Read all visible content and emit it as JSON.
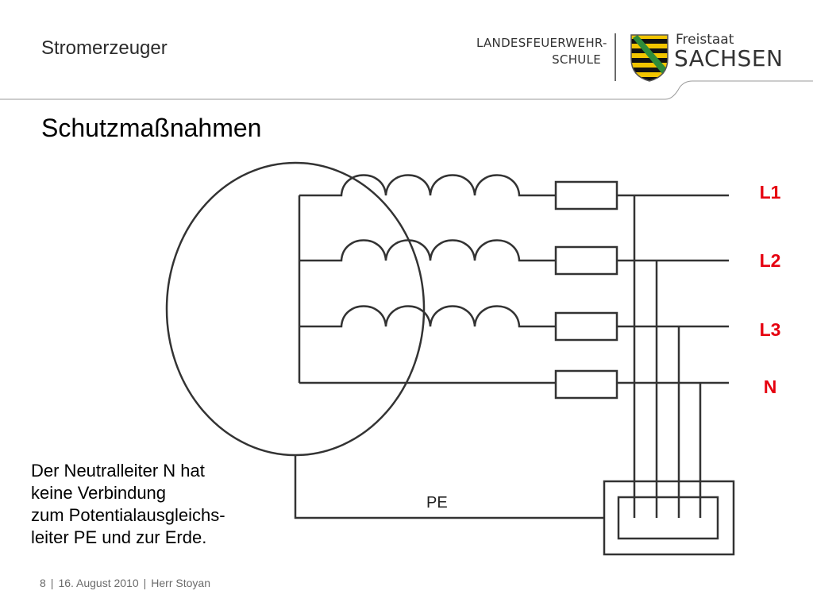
{
  "header": {
    "title": "Stromerzeuger",
    "logo_left_line1": "LANDESFEUERWEHR-",
    "logo_left_line2": "SCHULE",
    "logo_right_line1": "Freistaat",
    "logo_right_line2": "SACHSEN"
  },
  "page_title": "Schutzmaßnahmen",
  "diagram": {
    "labels": {
      "l1": "L1",
      "l2": "L2",
      "l3": "L3",
      "n": "N",
      "pe": "PE"
    }
  },
  "note": {
    "lines": [
      "Der Neutralleiter N hat",
      "keine Verbindung",
      "zum Potentialausgleichs-",
      "leiter PE und zur Erde."
    ]
  },
  "footer": {
    "page": "8",
    "date": "16. August 2010",
    "author": "Herr Stoyan"
  },
  "colors": {
    "phase_label": "#e6000f",
    "line": "#333333",
    "crest_yellow": "#f2c500",
    "crest_green": "#2e8b3a"
  }
}
